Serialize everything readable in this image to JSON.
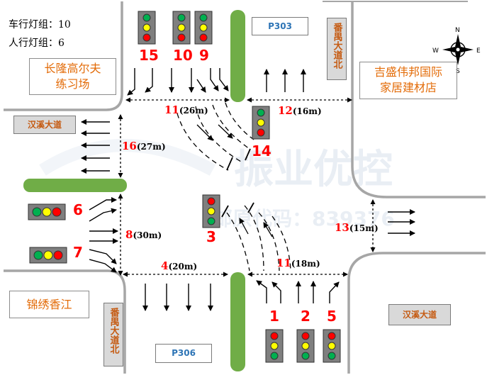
{
  "summary": {
    "vehicle_groups": "车行灯组：10",
    "pedestrian_groups": "人行灯组：6"
  },
  "places": {
    "nw": "长隆高尔夫\n练习场",
    "ne": "吉盛伟邦国际\n家居建材店",
    "sw": "锦绣香江"
  },
  "roads": {
    "north": "番禺大道北",
    "south": "番禺大道北",
    "west": "汉溪大道",
    "east": "汉溪大道"
  },
  "points": {
    "north": "P303",
    "south": "P306"
  },
  "compass": {
    "n": "N",
    "s": "S",
    "w": "W",
    "e": "E"
  },
  "watermark": {
    "main": "振业优控",
    "sub": "邮原代码：839376"
  },
  "phases": {
    "p15": "15",
    "p10": "10",
    "p9": "9",
    "p6": "6",
    "p7": "7",
    "p1": "1",
    "p2": "2",
    "p5": "5",
    "p3": "3",
    "p14": "14"
  },
  "crossings": {
    "north_num": "11",
    "north_len": "(26m)",
    "ne_num": "12",
    "ne_len": "(16m)",
    "west_num": "16",
    "west_len": "(27m)",
    "sw_num": "8",
    "sw_len": "(30m)",
    "south_num": "4",
    "south_len": "(20m)",
    "se_num": "11",
    "se_len": "(18m)",
    "east_num": "13",
    "east_len": "(15m)"
  },
  "colors": {
    "road_edge": "#a6a6a6",
    "median": "#70ad47",
    "phase_red": "#ff0000",
    "place_text": "#e36c09",
    "road_text": "#c55a11",
    "point_text": "#2e75b6",
    "signal_red": "#ff0000",
    "signal_yellow": "#ffff00",
    "signal_green": "#00b050"
  }
}
